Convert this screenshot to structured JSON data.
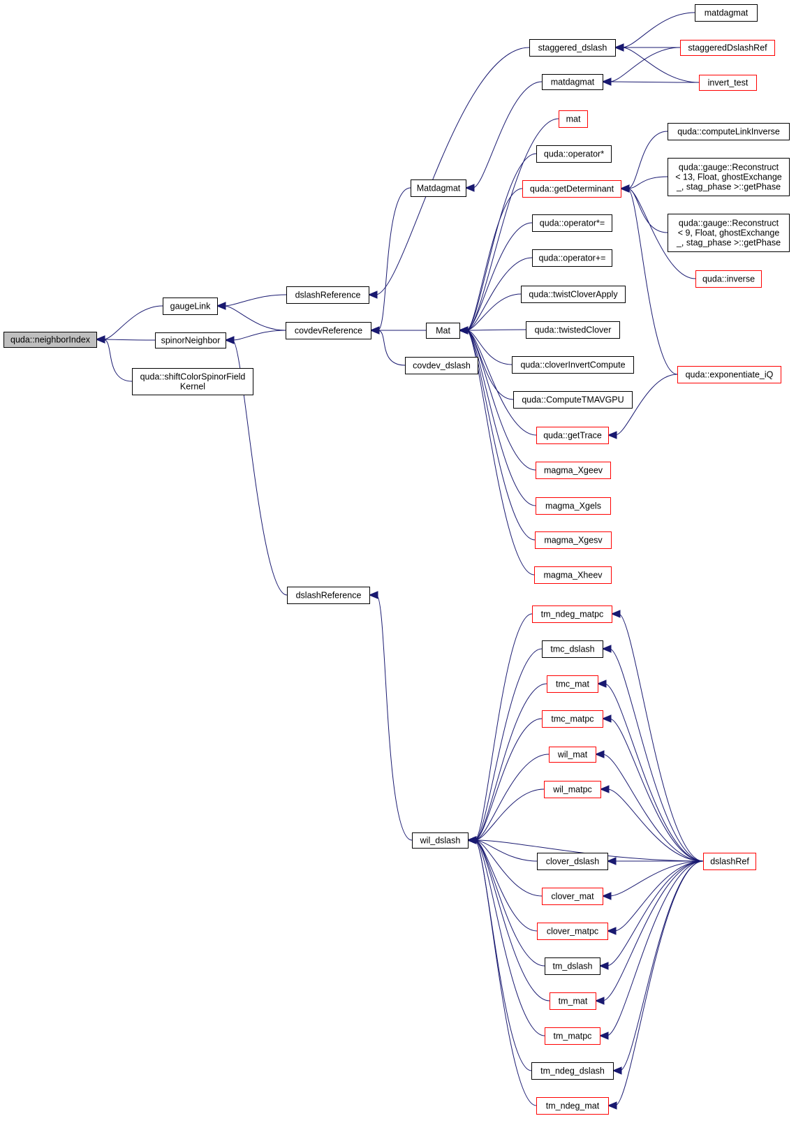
{
  "colors": {
    "edge": "#191970",
    "node_black": "#000000",
    "node_red": "#ff0000",
    "node_fill": "#ffffff",
    "root_fill": "#bfbfbf"
  },
  "nodes": {
    "root": {
      "lines": [
        "quda::neighborIndex"
      ],
      "color": "gray"
    },
    "gaugeLink": {
      "lines": [
        "gaugeLink"
      ],
      "color": "black"
    },
    "spinorNeighbor": {
      "lines": [
        "spinorNeighbor"
      ],
      "color": "black"
    },
    "shiftColor": {
      "lines": [
        "quda::shiftColorSpinorField",
        "Kernel"
      ],
      "color": "black"
    },
    "dslashReference1": {
      "lines": [
        "dslashReference"
      ],
      "color": "black"
    },
    "covdevReference": {
      "lines": [
        "covdevReference"
      ],
      "color": "black"
    },
    "dslashReference2": {
      "lines": [
        "dslashReference"
      ],
      "color": "black"
    },
    "staggered_dslash": {
      "lines": [
        "staggered_dslash"
      ],
      "color": "black"
    },
    "matdagmat_mid": {
      "lines": [
        "matdagmat"
      ],
      "color": "black"
    },
    "Matdagmat": {
      "lines": [
        "Matdagmat"
      ],
      "color": "black"
    },
    "Mat": {
      "lines": [
        "Mat"
      ],
      "color": "black"
    },
    "covdev_dslash": {
      "lines": [
        "covdev_dslash"
      ],
      "color": "black"
    },
    "wil_dslash": {
      "lines": [
        "wil_dslash"
      ],
      "color": "black"
    },
    "matdagmat_top": {
      "lines": [
        "matdagmat"
      ],
      "color": "black"
    },
    "staggeredDslashRef": {
      "lines": [
        "staggeredDslashRef"
      ],
      "color": "red"
    },
    "invert_test": {
      "lines": [
        "invert_test"
      ],
      "color": "red"
    },
    "mat": {
      "lines": [
        "mat"
      ],
      "color": "red"
    },
    "op_mul": {
      "lines": [
        "quda::operator*"
      ],
      "color": "black"
    },
    "getDeterminant": {
      "lines": [
        "quda::getDeterminant"
      ],
      "color": "red"
    },
    "op_muleq": {
      "lines": [
        "quda::operator*="
      ],
      "color": "black"
    },
    "op_pluseq": {
      "lines": [
        "quda::operator+="
      ],
      "color": "black"
    },
    "twistCloverApply": {
      "lines": [
        "quda::twistCloverApply"
      ],
      "color": "black"
    },
    "twistedClover": {
      "lines": [
        "quda::twistedClover"
      ],
      "color": "black"
    },
    "cloverInvertCompute": {
      "lines": [
        "quda::cloverInvertCompute"
      ],
      "color": "black"
    },
    "ComputeTMAVGPU": {
      "lines": [
        "quda::ComputeTMAVGPU"
      ],
      "color": "black"
    },
    "getTrace": {
      "lines": [
        "quda::getTrace"
      ],
      "color": "red"
    },
    "magma_Xgeev": {
      "lines": [
        "magma_Xgeev"
      ],
      "color": "red"
    },
    "magma_Xgels": {
      "lines": [
        "magma_Xgels"
      ],
      "color": "red"
    },
    "magma_Xgesv": {
      "lines": [
        "magma_Xgesv"
      ],
      "color": "red"
    },
    "magma_Xheev": {
      "lines": [
        "magma_Xheev"
      ],
      "color": "red"
    },
    "computeLinkInverse": {
      "lines": [
        "quda::computeLinkInverse"
      ],
      "color": "black"
    },
    "reconstruct13": {
      "lines": [
        "quda::gauge::Reconstruct",
        "< 13, Float, ghostExchange",
        "_, stag_phase >::getPhase"
      ],
      "color": "black"
    },
    "reconstruct9": {
      "lines": [
        "quda::gauge::Reconstruct",
        "< 9, Float, ghostExchange",
        "_, stag_phase >::getPhase"
      ],
      "color": "black"
    },
    "inverse": {
      "lines": [
        "quda::inverse"
      ],
      "color": "red"
    },
    "exponentiate_iQ": {
      "lines": [
        "quda::exponentiate_iQ"
      ],
      "color": "red"
    },
    "tm_ndeg_matpc": {
      "lines": [
        "tm_ndeg_matpc"
      ],
      "color": "red"
    },
    "tmc_dslash": {
      "lines": [
        "tmc_dslash"
      ],
      "color": "black"
    },
    "tmc_mat": {
      "lines": [
        "tmc_mat"
      ],
      "color": "red"
    },
    "tmc_matpc": {
      "lines": [
        "tmc_matpc"
      ],
      "color": "red"
    },
    "wil_mat": {
      "lines": [
        "wil_mat"
      ],
      "color": "red"
    },
    "wil_matpc": {
      "lines": [
        "wil_matpc"
      ],
      "color": "red"
    },
    "clover_dslash": {
      "lines": [
        "clover_dslash"
      ],
      "color": "black"
    },
    "clover_mat": {
      "lines": [
        "clover_mat"
      ],
      "color": "red"
    },
    "clover_matpc": {
      "lines": [
        "clover_matpc"
      ],
      "color": "red"
    },
    "tm_dslash": {
      "lines": [
        "tm_dslash"
      ],
      "color": "black"
    },
    "tm_mat": {
      "lines": [
        "tm_mat"
      ],
      "color": "red"
    },
    "tm_matpc": {
      "lines": [
        "tm_matpc"
      ],
      "color": "red"
    },
    "tm_ndeg_dslash": {
      "lines": [
        "tm_ndeg_dslash"
      ],
      "color": "black"
    },
    "tm_ndeg_mat": {
      "lines": [
        "tm_ndeg_mat"
      ],
      "color": "red"
    },
    "dslashRef": {
      "lines": [
        "dslashRef"
      ],
      "color": "red"
    }
  },
  "edges": [
    [
      "gaugeLink",
      "root"
    ],
    [
      "spinorNeighbor",
      "root"
    ],
    [
      "shiftColor",
      "root"
    ],
    [
      "dslashReference1",
      "gaugeLink"
    ],
    [
      "covdevReference",
      "gaugeLink"
    ],
    [
      "covdevReference",
      "spinorNeighbor"
    ],
    [
      "dslashReference2",
      "spinorNeighbor"
    ],
    [
      "staggered_dslash",
      "dslashReference1"
    ],
    [
      "Matdagmat",
      "covdevReference"
    ],
    [
      "Mat",
      "covdevReference"
    ],
    [
      "covdev_dslash",
      "covdevReference"
    ],
    [
      "wil_dslash",
      "dslashReference2"
    ],
    [
      "matdagmat_top",
      "staggered_dslash"
    ],
    [
      "staggeredDslashRef",
      "staggered_dslash"
    ],
    [
      "invert_test",
      "staggered_dslash"
    ],
    [
      "staggeredDslashRef",
      "matdagmat_mid"
    ],
    [
      "invert_test",
      "matdagmat_mid"
    ],
    [
      "matdagmat_mid",
      "Matdagmat"
    ],
    [
      "mat",
      "Mat"
    ],
    [
      "op_mul",
      "Mat"
    ],
    [
      "getDeterminant",
      "Mat"
    ],
    [
      "op_muleq",
      "Mat"
    ],
    [
      "op_pluseq",
      "Mat"
    ],
    [
      "twistCloverApply",
      "Mat"
    ],
    [
      "twistedClover",
      "Mat"
    ],
    [
      "cloverInvertCompute",
      "Mat"
    ],
    [
      "ComputeTMAVGPU",
      "Mat"
    ],
    [
      "getTrace",
      "Mat"
    ],
    [
      "magma_Xgeev",
      "Mat"
    ],
    [
      "magma_Xgels",
      "Mat"
    ],
    [
      "magma_Xgesv",
      "Mat"
    ],
    [
      "magma_Xheev",
      "Mat"
    ],
    [
      "computeLinkInverse",
      "getDeterminant"
    ],
    [
      "reconstruct13",
      "getDeterminant"
    ],
    [
      "reconstruct9",
      "getDeterminant"
    ],
    [
      "inverse",
      "getDeterminant"
    ],
    [
      "exponentiate_iQ",
      "getDeterminant"
    ],
    [
      "exponentiate_iQ",
      "getTrace"
    ],
    [
      "tm_ndeg_matpc",
      "wil_dslash"
    ],
    [
      "tmc_dslash",
      "wil_dslash"
    ],
    [
      "tmc_mat",
      "wil_dslash"
    ],
    [
      "tmc_matpc",
      "wil_dslash"
    ],
    [
      "wil_mat",
      "wil_dslash"
    ],
    [
      "wil_matpc",
      "wil_dslash"
    ],
    [
      "dslashRef",
      "wil_dslash"
    ],
    [
      "clover_dslash",
      "wil_dslash"
    ],
    [
      "clover_mat",
      "wil_dslash"
    ],
    [
      "clover_matpc",
      "wil_dslash"
    ],
    [
      "tm_dslash",
      "wil_dslash"
    ],
    [
      "tm_mat",
      "wil_dslash"
    ],
    [
      "tm_matpc",
      "wil_dslash"
    ],
    [
      "tm_ndeg_dslash",
      "wil_dslash"
    ],
    [
      "tm_ndeg_mat",
      "wil_dslash"
    ],
    [
      "dslashRef",
      "tm_ndeg_matpc"
    ],
    [
      "dslashRef",
      "tmc_dslash"
    ],
    [
      "dslashRef",
      "tmc_mat"
    ],
    [
      "dslashRef",
      "tmc_matpc"
    ],
    [
      "dslashRef",
      "wil_mat"
    ],
    [
      "dslashRef",
      "wil_matpc"
    ],
    [
      "dslashRef",
      "clover_dslash"
    ],
    [
      "dslashRef",
      "clover_mat"
    ],
    [
      "dslashRef",
      "clover_matpc"
    ],
    [
      "dslashRef",
      "tm_dslash"
    ],
    [
      "dslashRef",
      "tm_mat"
    ],
    [
      "dslashRef",
      "tm_matpc"
    ],
    [
      "dslashRef",
      "tm_ndeg_dslash"
    ],
    [
      "dslashRef",
      "tm_ndeg_mat"
    ]
  ]
}
